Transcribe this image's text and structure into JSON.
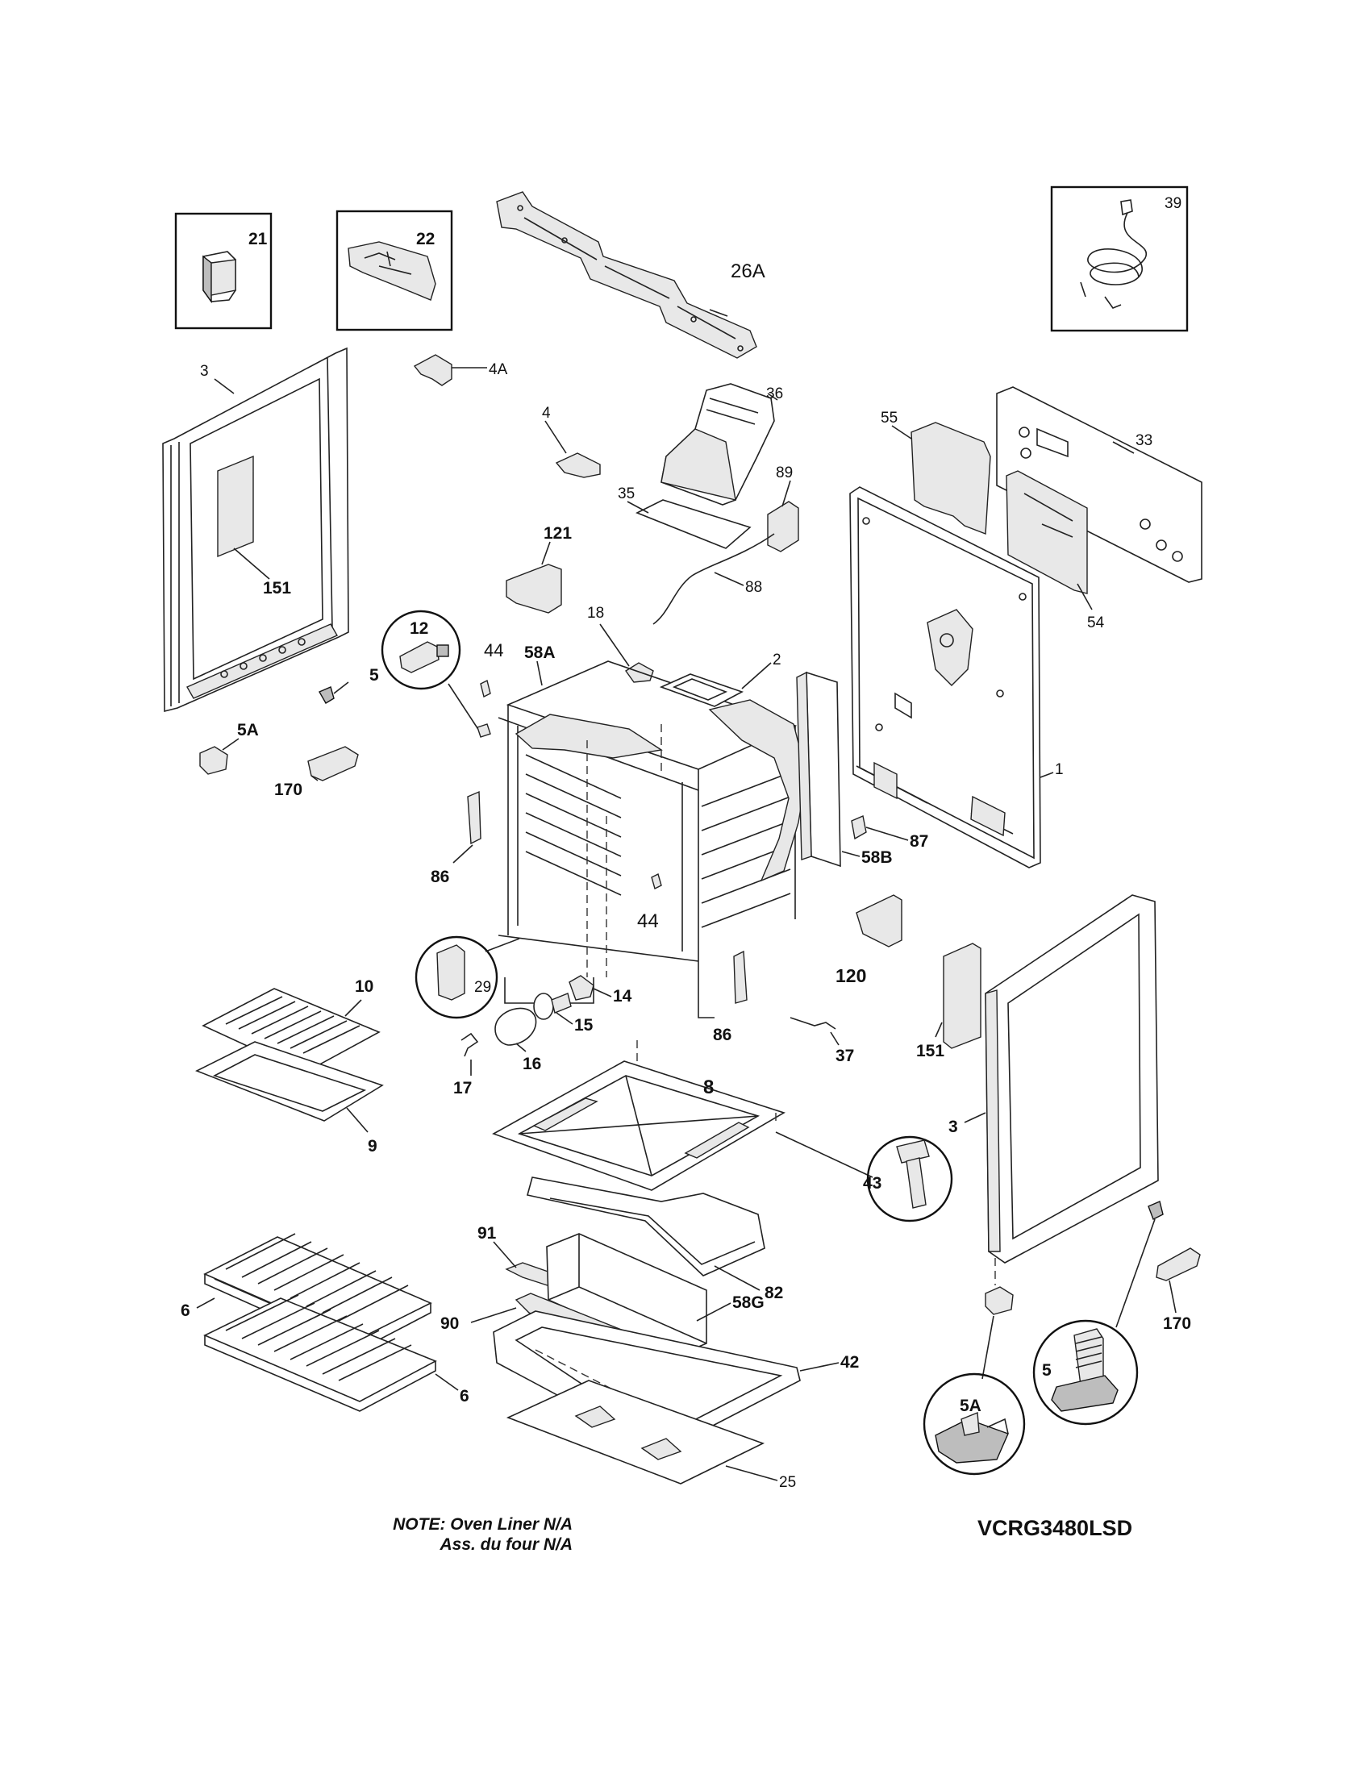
{
  "model_number": "VCRG3480LSD",
  "note": {
    "line1": "NOTE: Oven Liner N/A",
    "line2": "Ass. du four N/A"
  },
  "callouts": {
    "c21": "21",
    "c22": "22",
    "c26A": "26A",
    "c39": "39",
    "c3_left": "3",
    "c4A": "4A",
    "c36": "36",
    "c4": "4",
    "c55": "55",
    "c33": "33",
    "c151_left": "151",
    "c35": "35",
    "c89": "89",
    "c121": "121",
    "c88": "88",
    "c54": "54",
    "c12": "12",
    "c18": "18",
    "c44_top": "44",
    "c58A": "58A",
    "c2": "2",
    "c5_top": "5",
    "c5A_top": "5A",
    "c170_left": "170",
    "c1": "1",
    "c86_left": "86",
    "c87": "87",
    "c58B": "58B",
    "c44_mid": "44",
    "c120": "120",
    "c29": "29",
    "c14": "14",
    "c10": "10",
    "c151_right": "151",
    "c15": "15",
    "c86_right": "86",
    "c16": "16",
    "c37": "37",
    "c17": "17",
    "c9": "9",
    "c8": "8",
    "c3_right": "3",
    "c43": "43",
    "c91": "91",
    "c82": "82",
    "c6_top": "6",
    "c58G": "58G",
    "c90": "90",
    "c42": "42",
    "c170_right": "170",
    "c6_bottom": "6",
    "c5_bottom": "5",
    "c5A_bottom": "5A",
    "c25": "25"
  }
}
